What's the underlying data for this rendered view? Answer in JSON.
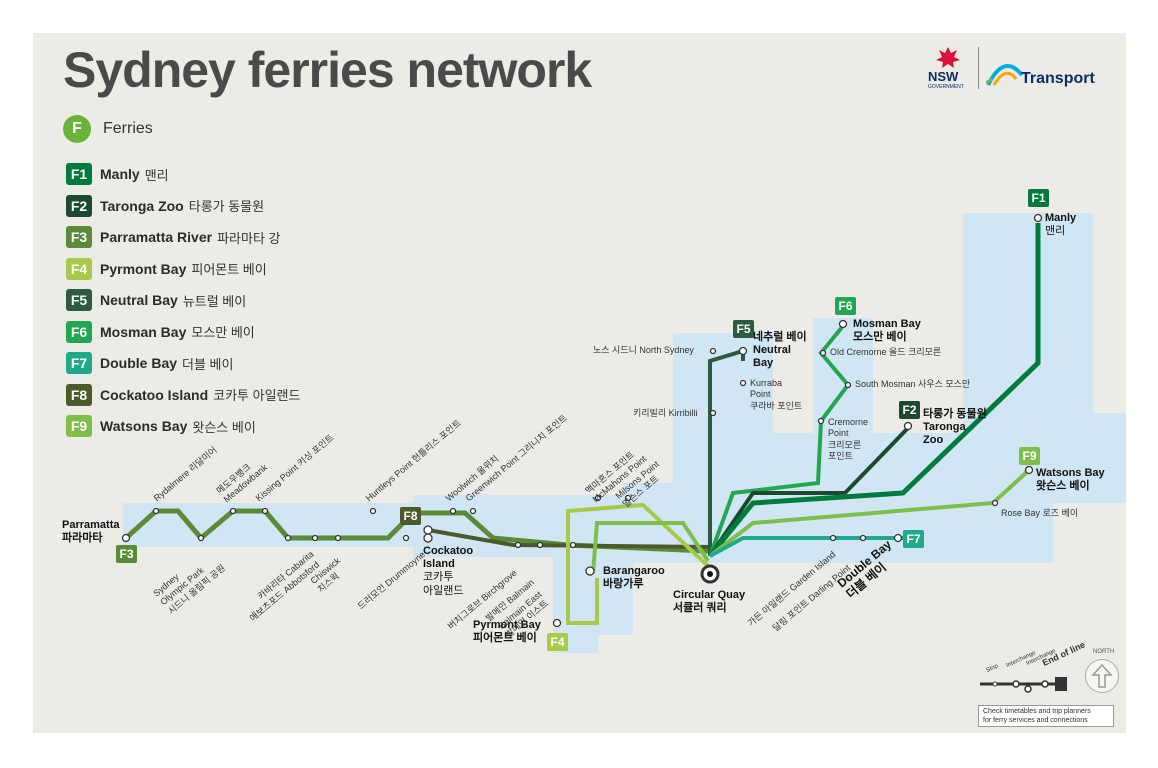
{
  "title": "Sydney ferries network",
  "logos": {
    "nsw_name": "NSW",
    "nsw_government": "GOVERNMENT",
    "transport_name": "Transport"
  },
  "legend": {
    "mode_letter": "F",
    "mode_label": "Ferries",
    "items": [
      {
        "code": "F1",
        "name": "Manly",
        "korean": "맨리",
        "color": "#007a3d"
      },
      {
        "code": "F2",
        "name": "Taronga Zoo",
        "korean": "타롱가 동물원",
        "color": "#1b4a2e"
      },
      {
        "code": "F3",
        "name": "Parramatta River",
        "korean": "파라마타 강",
        "color": "#5b8a38"
      },
      {
        "code": "F4",
        "name": "Pyrmont Bay",
        "korean": "피어몬트 베이",
        "color": "#a8c94a"
      },
      {
        "code": "F5",
        "name": "Neutral Bay",
        "korean": "뉴트럴 베이",
        "color": "#2c5b3f"
      },
      {
        "code": "F6",
        "name": "Mosman Bay",
        "korean": "모스만 베이",
        "color": "#22a651"
      },
      {
        "code": "F7",
        "name": "Double Bay",
        "korean": "더블 베이",
        "color": "#1eaa8a"
      },
      {
        "code": "F8",
        "name": "Cockatoo Island",
        "korean": "코카투 아일랜드",
        "color": "#4a5a2a"
      },
      {
        "code": "F9",
        "name": "Watsons Bay",
        "korean": "왓슨스 베이",
        "color": "#7dbf4a"
      }
    ]
  },
  "map": {
    "water_color": "#d0e6f4",
    "land_color": "#edebe6",
    "badges": {
      "f1": "F1",
      "f3": "F3",
      "f4": "F4",
      "f5": "F5",
      "f6": "F6",
      "f7": "F7",
      "f8": "F8",
      "f9": "F9",
      "f2": "F2"
    },
    "termini": {
      "manly_en": "Manly",
      "manly_kr": "맨리",
      "parramatta_en": "Parramatta",
      "parramatta_kr": "파라마타",
      "cockatoo_1": "Cockatoo",
      "cockatoo_2": "Island",
      "cockatoo_kr1": "코카투",
      "cockatoo_kr2": "아일랜드",
      "barangaroo_en": "Barangaroo",
      "barangaroo_kr": "바랑가루",
      "pyrmont_en": "Pyrmont Bay",
      "pyrmont_kr": "피어몬트 베이",
      "circular_en": "Circular Quay",
      "circular_kr": "서큘러 쿼리",
      "neutral_kr": "네추럴 베이",
      "neutral_en1": "Neutral",
      "neutral_en2": "Bay",
      "mosman_en": "Mosman Bay",
      "mosman_kr": "모스만 베이",
      "taronga_kr": "타롱가 동물원",
      "taronga_en1": "Taronga",
      "taronga_en2": "Zoo",
      "watsons_en": "Watsons Bay",
      "watsons_kr": "왓슨스 베이",
      "double_en": "Double Bay",
      "double_kr": "더블 베이"
    },
    "stops": {
      "north_sydney": "노스 시드니 North Sydney",
      "kurraba_1": "Kurraba",
      "kurraba_2": "Point",
      "kurraba_kr": "쿠라바 포인트",
      "kirribilli": "키리빌리 Kirribilli",
      "old_cremorne": "Old Cremorne 올드 크리모른",
      "south_mosman": "South Mosman 사우스 모스만",
      "cremorne_1": "Cremorne",
      "cremorne_2": "Point",
      "cremorne_kr1": "크리모른",
      "cremorne_kr2": "포인트",
      "rose_bay": "Rose Bay 로즈 베이",
      "rydalmere": "Rydalmere 리달미어",
      "sydney_op_1": "Sydney",
      "sydney_op_2": "Olympic Park",
      "sydney_op_kr": "시드니 올림픽 공원",
      "meadowbank_kr": "메도우뱅크",
      "meadowbank": "Meadowbank",
      "kissing_point": "Kissing Point 키싱 포인트",
      "cabarita": "카바리타 Cabarita",
      "abbotsford": "애보츠포드 Abbotsford",
      "chiswick_en": "Chiswick",
      "chiswick_kr": "치스윅",
      "drummoyne": "드러모인 Drummoyne",
      "huntleys": "Huntleys Point 헌틀리스 포인트",
      "woolwich": "Woolwich 울위치",
      "greenwich": "Greenwich Point 그리니치 포인트",
      "birchgrove": "버치그로브 Birchgrove",
      "balmain": "발메인 Balmain",
      "balmain_east": "Balmain East",
      "balmain_east_kr": "발메인 이스트",
      "mcmahons_kr": "맥마혼스 포인트",
      "mcmahons": "McMahons Point",
      "milsons": "Milsons Point",
      "milsons_kr": "밀슨스 포트",
      "garden_island": "가든 아일랜드 Garden Island",
      "darling_point": "달링 포인트 Darling Point"
    }
  },
  "key": {
    "stop": "Stop",
    "interchange_1": "Interchange",
    "interchange_2": "Interchange",
    "end_of_line": "End of line",
    "north": "NORTH",
    "info_1": "Check timetables and trip planners",
    "info_2": "for ferry services and connections"
  }
}
